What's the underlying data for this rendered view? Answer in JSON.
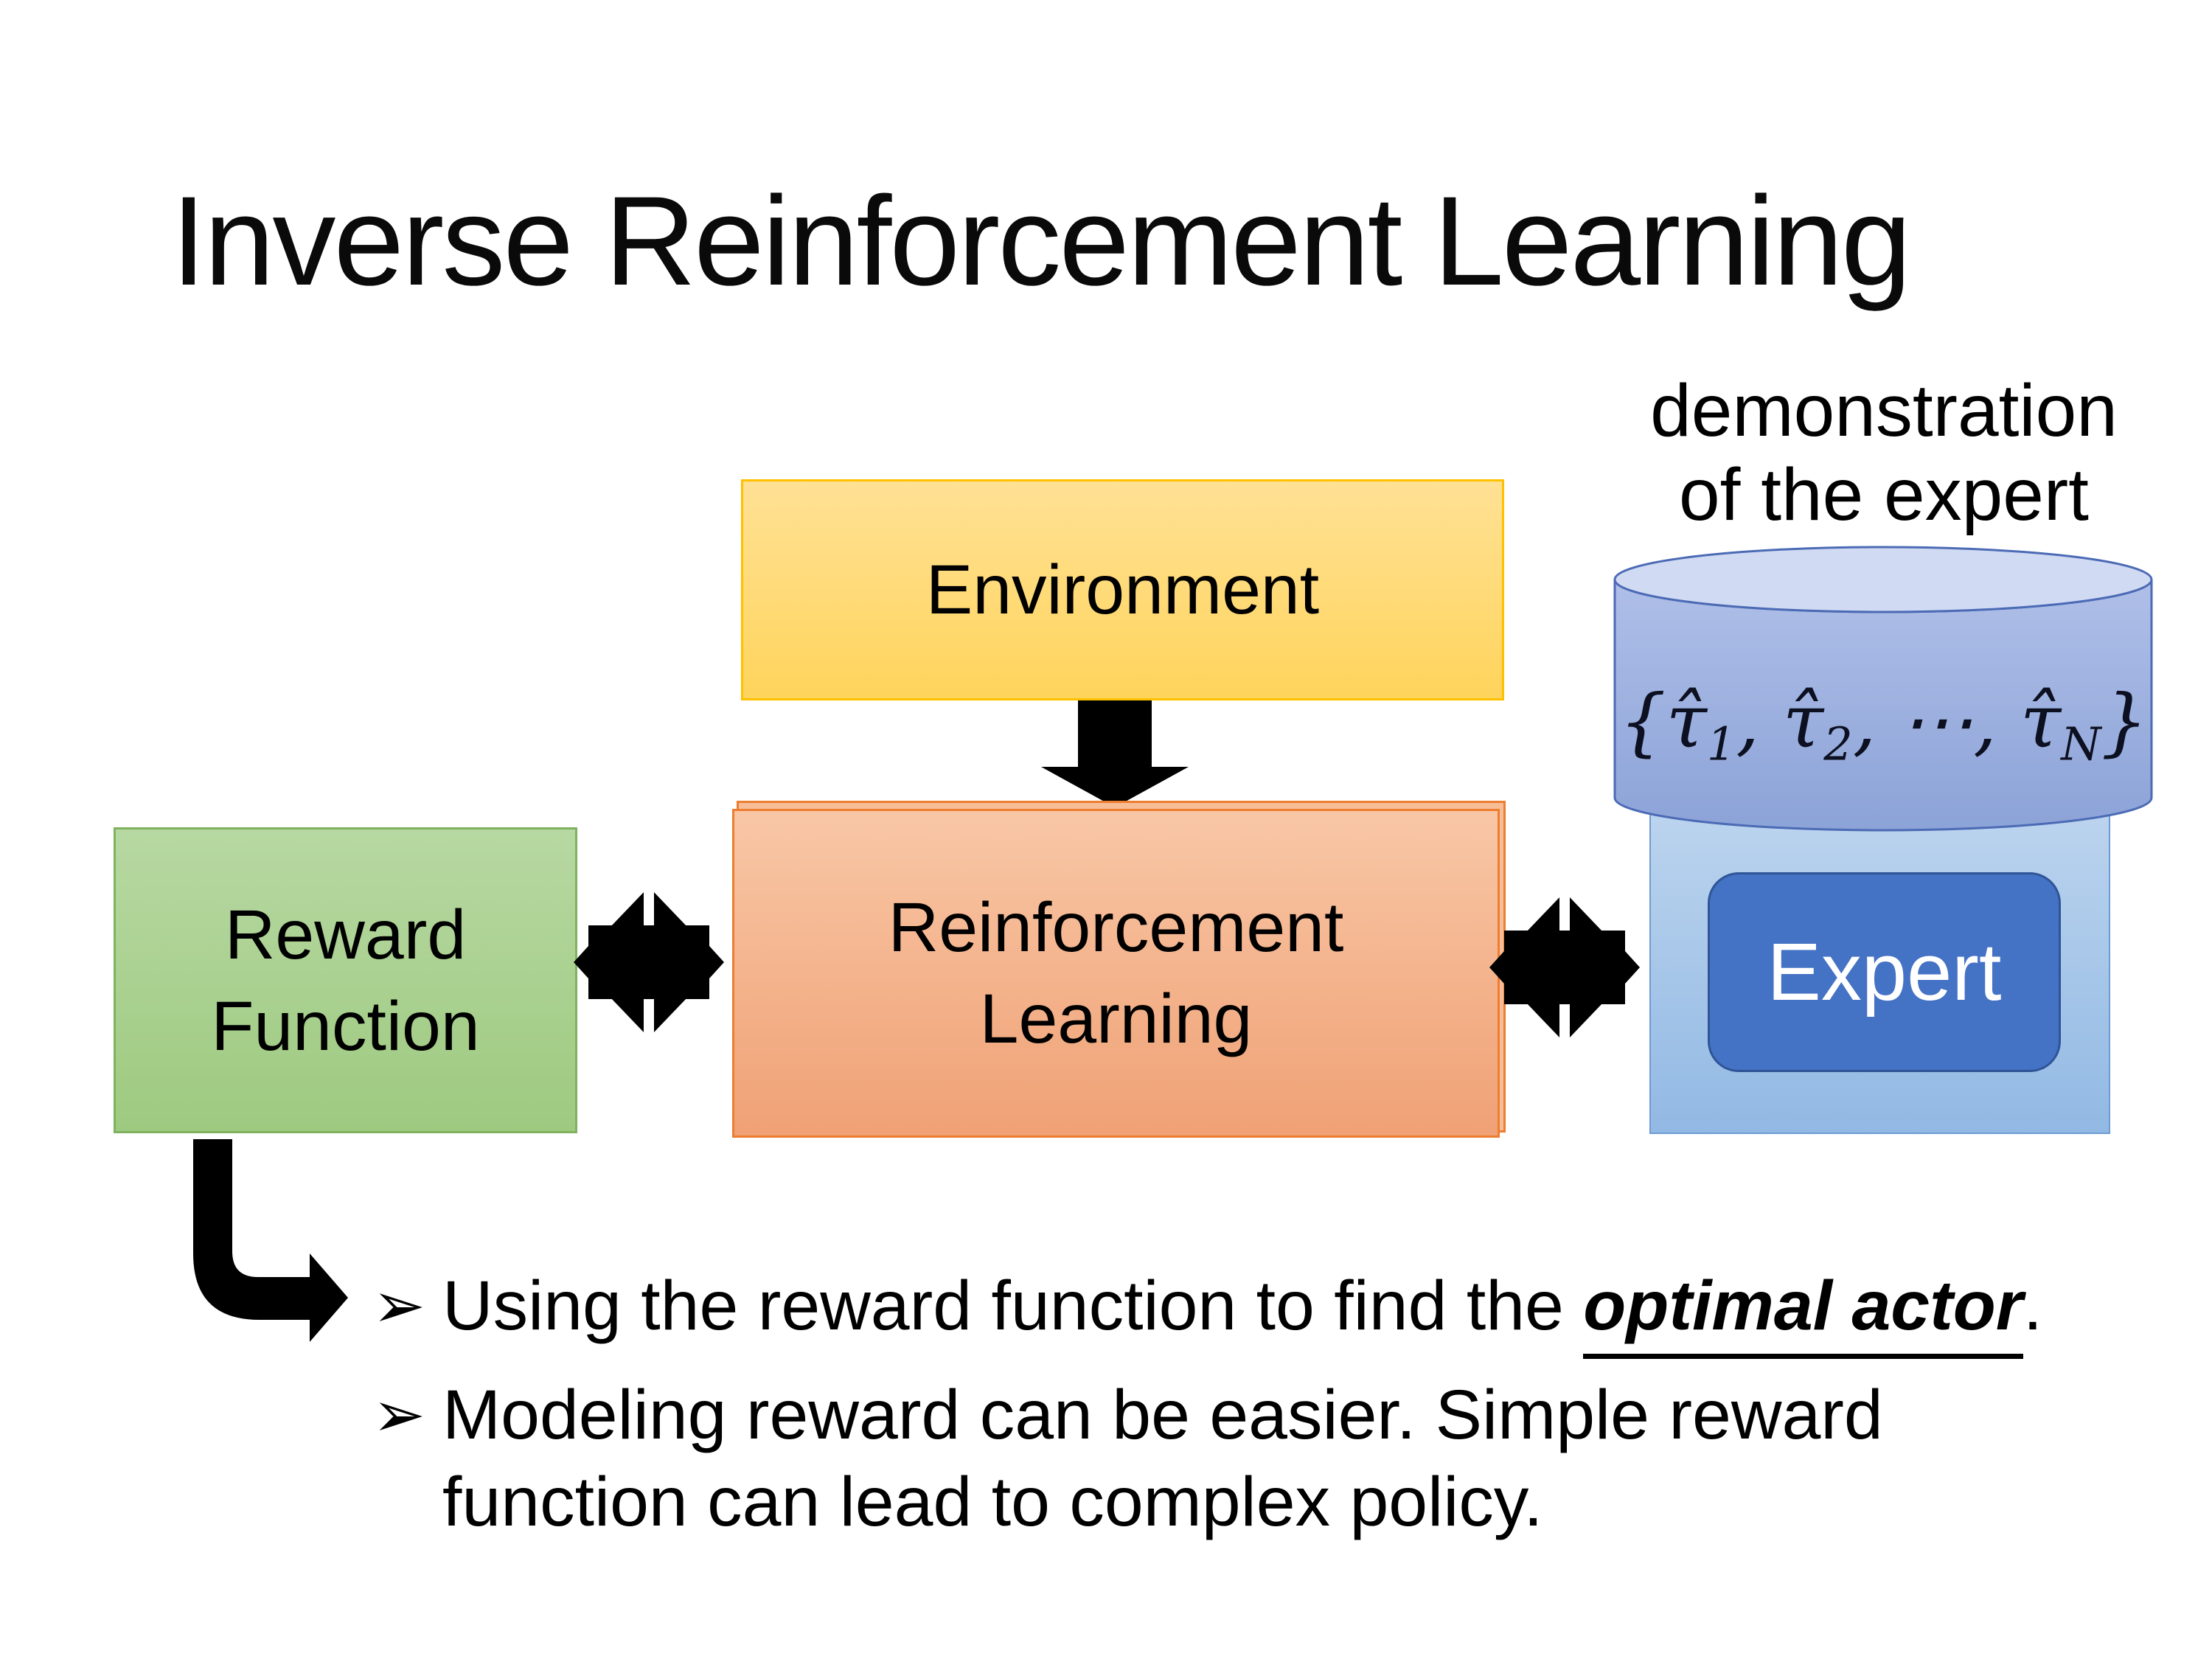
{
  "slide": {
    "title": "Inverse Reinforcement Learning"
  },
  "annotation": {
    "line1": "demonstration",
    "line2": "of the expert"
  },
  "boxes": {
    "environment": {
      "label": "Environment"
    },
    "reward": {
      "line1": "Reward",
      "line2": "Function"
    },
    "rl": {
      "line1": "Reinforcement",
      "line2": "Learning"
    },
    "expert": {
      "label": "Expert"
    }
  },
  "formula": {
    "parts": [
      "{",
      "τ̂",
      "1",
      ", ",
      "τ̂",
      "2",
      ", ",
      "⋯",
      ", ",
      "τ̂",
      "N",
      "}"
    ]
  },
  "bullets": {
    "marker": "➢",
    "items": [
      {
        "segments": [
          {
            "text": "Using the reward function to find the "
          },
          {
            "text": "optimal actor"
          },
          {
            "text": "."
          }
        ]
      },
      {
        "lines": [
          "Modeling reward can be easier. Simple reward",
          "function can lead to complex policy."
        ]
      }
    ]
  },
  "colors": {
    "environment_fill": "#FFD966",
    "environment_border": "#FFC000",
    "rl_fill": "#F4AC80",
    "rl_border": "#ED7D31",
    "reward_fill": "#A9D18E",
    "reward_border": "#7FB25E",
    "expert_panel_fill": "#A7C6E8",
    "expert_fill": "#4472C4",
    "expert_border": "#2F5597",
    "cylinder_fill": "#9BAFDE",
    "cylinder_top_fill": "#D0DAF3",
    "cylinder_border": "#4C6BB5",
    "arrow_color": "#000000",
    "text_color": "#000000"
  }
}
